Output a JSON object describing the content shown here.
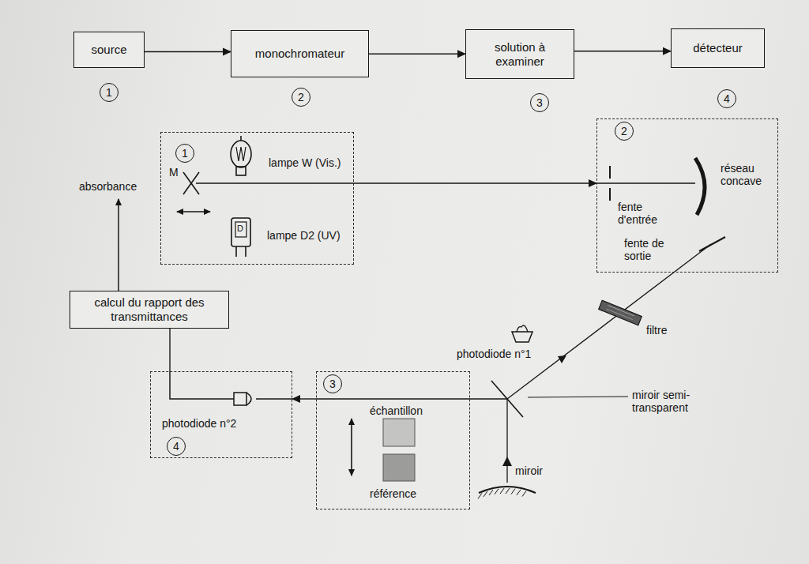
{
  "diagram": {
    "nodes": [
      {
        "text": [
          "source"
        ]
      },
      {
        "text": [
          "monochromateur"
        ]
      },
      {
        "text": [
          "solution à examiner"
        ]
      },
      {
        "text": [
          "détecteur"
        ]
      },
      {
        "text": [
          "1"
        ]
      },
      {
        "text": [
          "2"
        ]
      },
      {
        "text": [
          "calcul du rapport des transmittances"
        ]
      },
      {
        "text": [
          "4"
        ]
      },
      {
        "text": [
          "3"
        ]
      }
    ],
    "edges": [
      {
        "from": 0,
        "to": 1,
        "arrow": "to"
      },
      {
        "from": 1,
        "to": 2,
        "arrow": "to"
      },
      {
        "from": 2,
        "to": 3,
        "arrow": "to"
      },
      {
        "from": 4,
        "to": 5,
        "arrow": "to"
      },
      {
        "from": 6,
        "to": 7,
        "arrow": "none"
      },
      {
        "from": 8,
        "to": 7,
        "arrow": "to"
      }
    ],
    "labels": [
      "1",
      "2",
      "3",
      "4",
      "M",
      "lampe W (Vis.)",
      "D",
      "lampe D2 (UV)",
      "absorbance",
      "réseau concave",
      "fente d'entrée",
      "fente de sortie",
      "photodiode n°1",
      "filtre",
      "échantillon",
      "miroir semi-transparent",
      "photodiode n°2",
      "référence",
      "miroir"
    ]
  }
}
